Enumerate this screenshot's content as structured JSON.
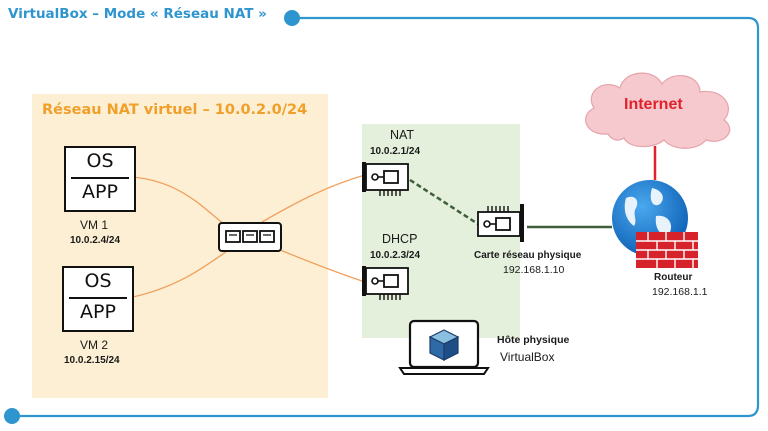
{
  "title": "VirtualBox – Mode « Réseau NAT »",
  "nat_network": {
    "label": "Réseau NAT virtuel – 10.0.2.0/24"
  },
  "vm1": {
    "os": "OS",
    "app": "APP",
    "name": "VM 1",
    "ip": "10.0.2.4/24"
  },
  "vm2": {
    "os": "OS",
    "app": "APP",
    "name": "VM 2",
    "ip": "10.0.2.15/24"
  },
  "nat_service": {
    "name": "NAT",
    "ip": "10.0.2.1/24"
  },
  "dhcp_service": {
    "name": "DHCP",
    "ip": "10.0.2.3/24"
  },
  "physical_nic": {
    "name": "Carte réseau physique",
    "ip": "192.168.1.10"
  },
  "host": {
    "name": "Hôte physique",
    "software": "VirtualBox"
  },
  "router": {
    "name": "Routeur",
    "ip": "192.168.1.1"
  },
  "internet": {
    "label": "Internet"
  },
  "colors": {
    "accent_blue": "#2e95cf",
    "nat_bg": "#fdefd3",
    "nat_text": "#f0a02a",
    "host_bg": "#e4f0dc",
    "link_orange": "#f0a060",
    "link_green": "#3f5f3a",
    "link_red": "#e0232b",
    "cloud_pink": "#f6c9cf"
  }
}
